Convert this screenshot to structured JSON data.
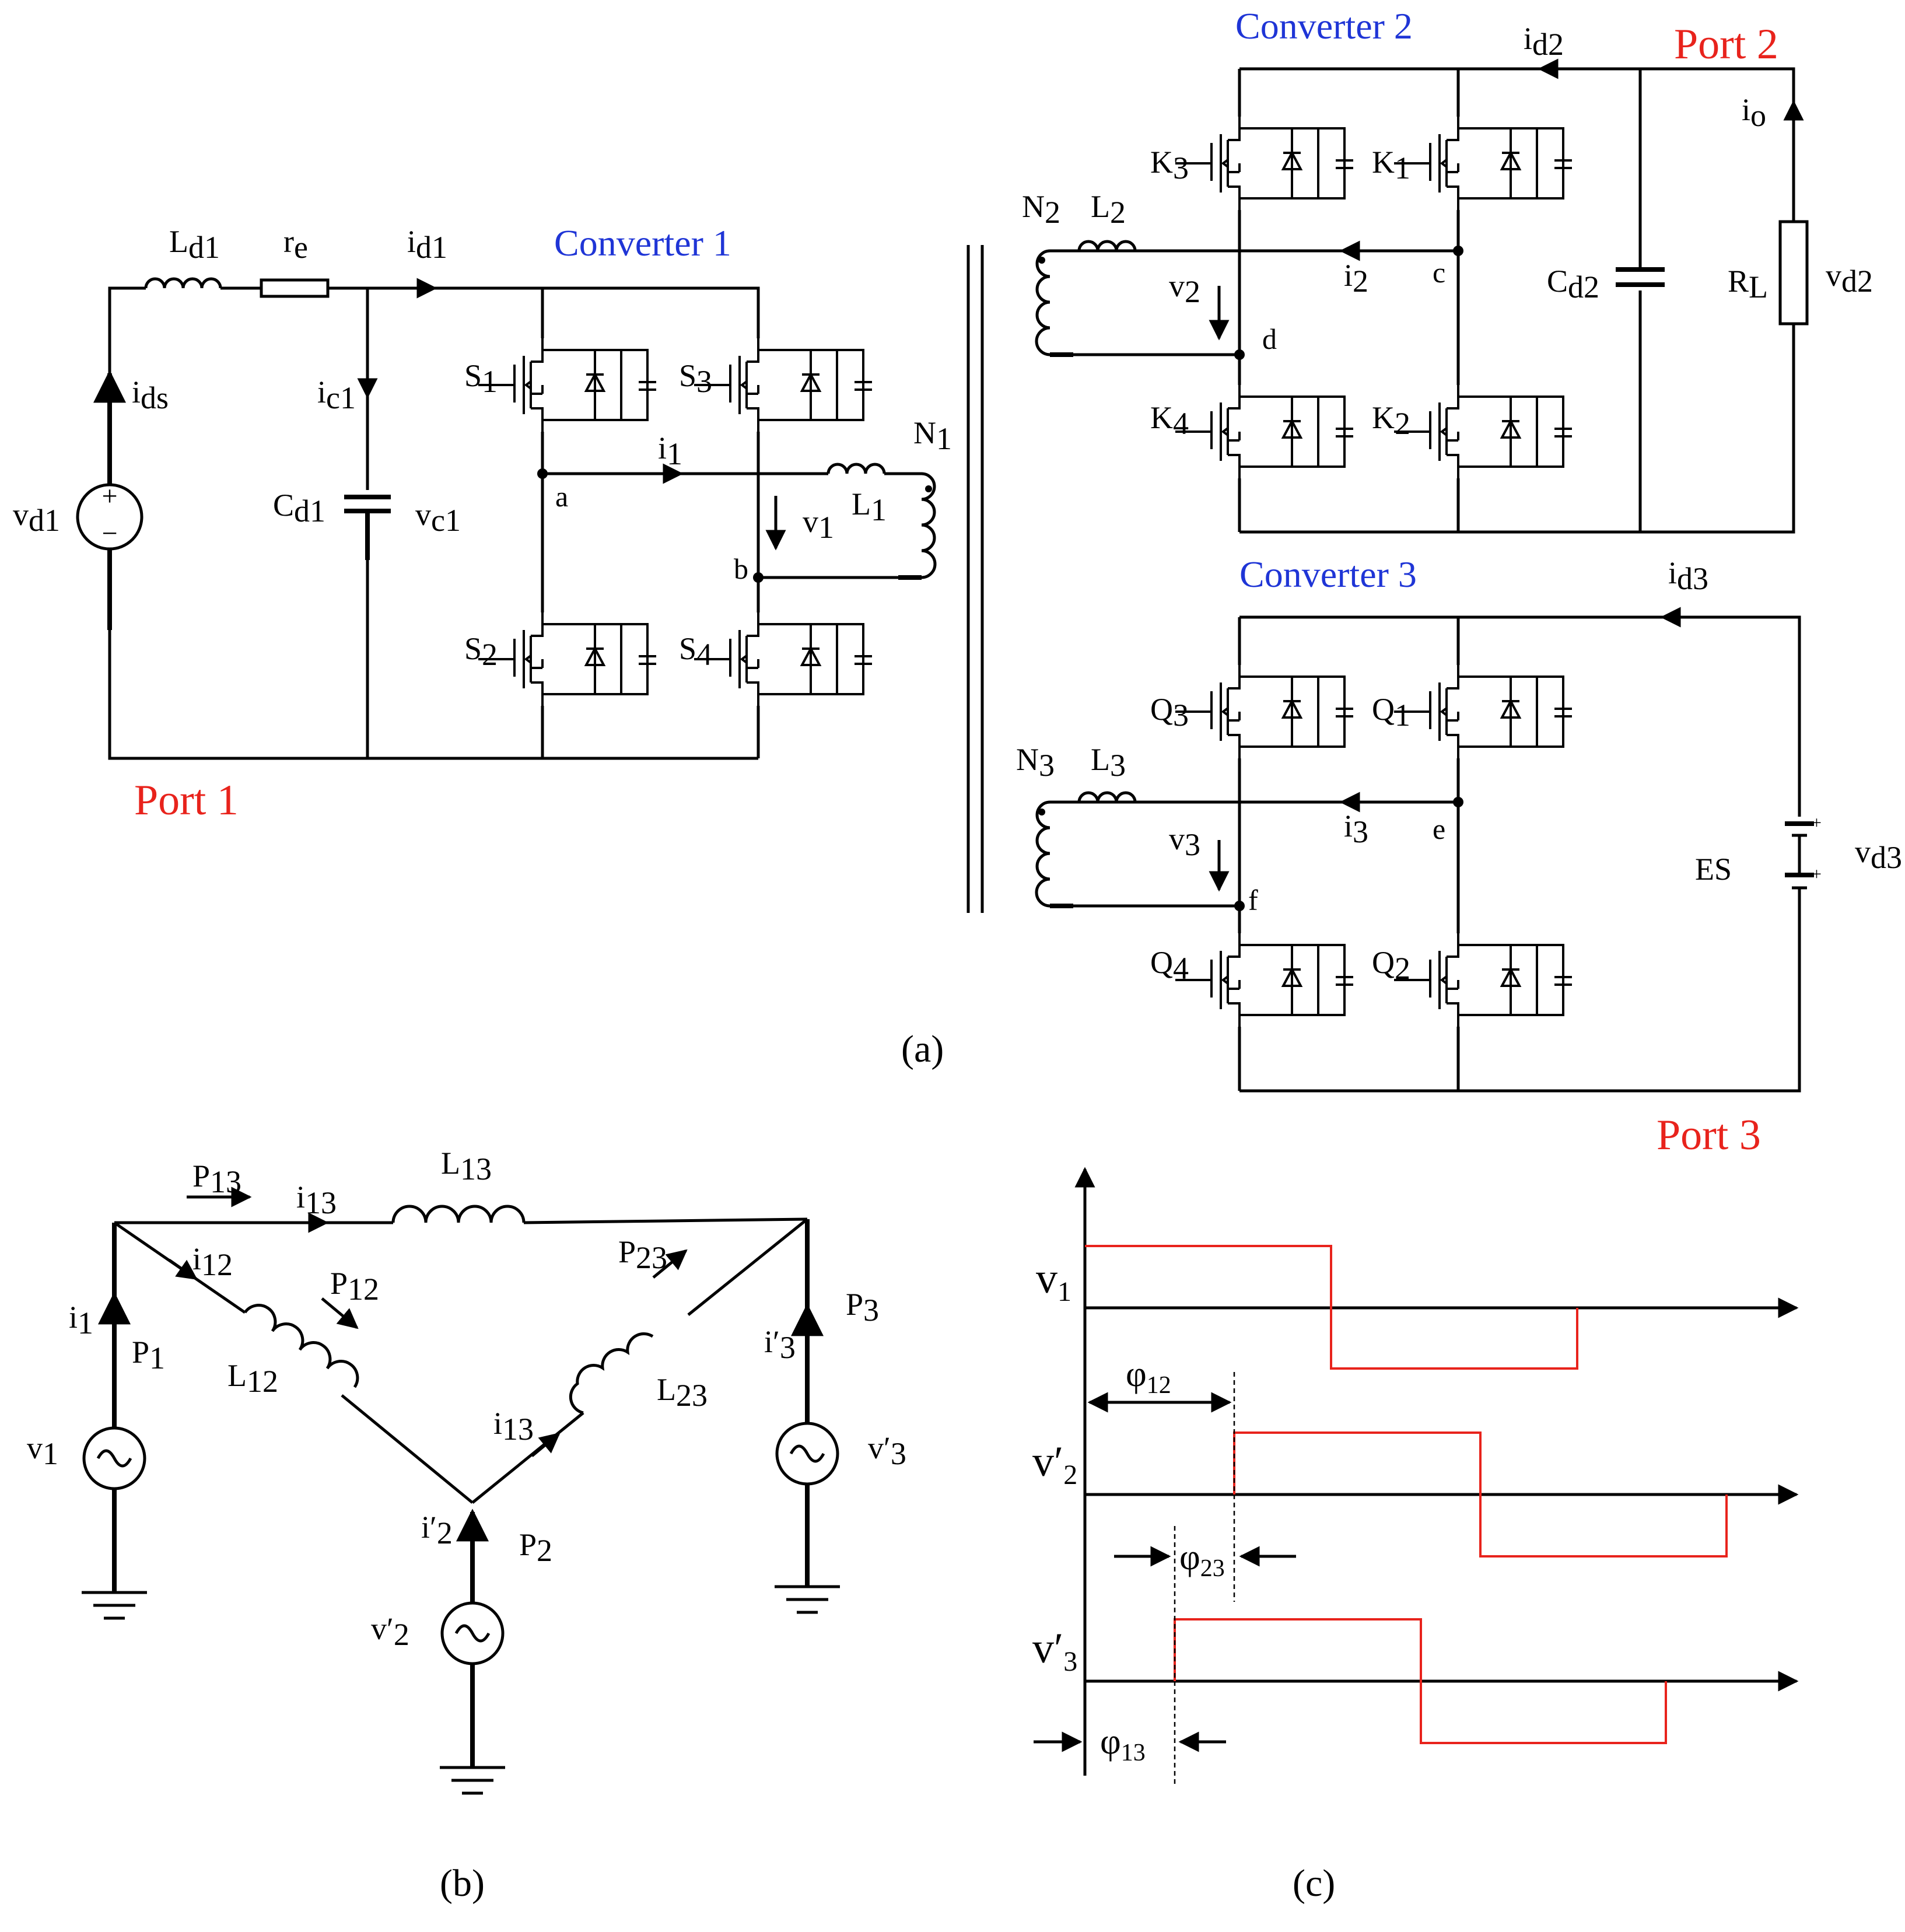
{
  "panel_a": {
    "caption": "(a)",
    "port1": "Port 1",
    "port2": "Port 2",
    "port3": "Port 3",
    "converter1": "Converter 1",
    "converter2": "Converter 2",
    "converter3": "Converter 3",
    "Ld1": "L",
    "Ld1_sub": "d1",
    "re": "r",
    "re_sub": "e",
    "id1": "i",
    "id1_sub": "d1",
    "ids": "i",
    "ids_sub": "ds",
    "ic1": "i",
    "ic1_sub": "c1",
    "vd1": "v",
    "vd1_sub": "d1",
    "Cd1": "C",
    "Cd1_sub": "d1",
    "vc1": "v",
    "vc1_sub": "c1",
    "S1": "S",
    "S1_sub": "1",
    "S2": "S",
    "S2_sub": "2",
    "S3": "S",
    "S3_sub": "3",
    "S4": "S",
    "S4_sub": "4",
    "node_a": "a",
    "node_b": "b",
    "i1": "i",
    "i1_sub": "1",
    "v1": "v",
    "v1_sub": "1",
    "L1": "L",
    "L1_sub": "1",
    "N1": "N",
    "N1_sub": "1",
    "N2": "N",
    "N2_sub": "2",
    "L2": "L",
    "L2_sub": "2",
    "v2": "v",
    "v2_sub": "2",
    "i2": "i",
    "i2_sub": "2",
    "node_c": "c",
    "node_d": "d",
    "K1": "K",
    "K1_sub": "1",
    "K2": "K",
    "K2_sub": "2",
    "K3": "K",
    "K3_sub": "3",
    "K4": "K",
    "K4_sub": "4",
    "id2": "i",
    "id2_sub": "d2",
    "io": "i",
    "io_sub": "o",
    "Cd2": "C",
    "Cd2_sub": "d2",
    "RL": "R",
    "RL_sub": "L",
    "vd2": "v",
    "vd2_sub": "d2",
    "N3": "N",
    "N3_sub": "3",
    "L3": "L",
    "L3_sub": "3",
    "v3": "v",
    "v3_sub": "3",
    "i3": "i",
    "i3_sub": "3",
    "node_e": "e",
    "node_f": "f",
    "Q1": "Q",
    "Q1_sub": "1",
    "Q2": "Q",
    "Q2_sub": "2",
    "Q3": "Q",
    "Q3_sub": "3",
    "Q4": "Q",
    "Q4_sub": "4",
    "id3": "i",
    "id3_sub": "d3",
    "ES": "ES",
    "vd3": "v",
    "vd3_sub": "d3",
    "plus": "+",
    "minus": "−"
  },
  "panel_b": {
    "caption": "(b)",
    "P13": "P",
    "P13_sub": "13",
    "i13_top": "i",
    "i13_top_sub": "13",
    "L13": "L",
    "L13_sub": "13",
    "i12": "i",
    "i12_sub": "12",
    "P12": "P",
    "P12_sub": "12",
    "L12": "L",
    "L12_sub": "12",
    "P23": "P",
    "P23_sub": "23",
    "L23": "L",
    "L23_sub": "23",
    "i13_mid": "i",
    "i13_mid_sub": "13",
    "i1": "i",
    "i1_sub": "1",
    "P1": "P",
    "P1_sub": "1",
    "v1": "v",
    "v1_sub": "1",
    "i3p": "i′",
    "i3p_sub": "3",
    "P3": "P",
    "P3_sub": "3",
    "v3p": "v′",
    "v3p_sub": "3",
    "i2p": "i′",
    "i2p_sub": "2",
    "P2": "P",
    "P2_sub": "2",
    "v2p": "v′",
    "v2p_sub": "2"
  },
  "panel_c": {
    "caption": "(c)",
    "v1": "v",
    "v1_sub": "1",
    "v2p": "v′",
    "v2p_sub": "2",
    "v3p": "v′",
    "v3p_sub": "3",
    "phi12": "φ",
    "phi12_sub": "12",
    "phi23": "φ",
    "phi23_sub": "23",
    "phi13": "φ",
    "phi13_sub": "13"
  },
  "colors": {
    "red": "#e8231c",
    "blue": "#1f35d6",
    "line": "#000000"
  }
}
